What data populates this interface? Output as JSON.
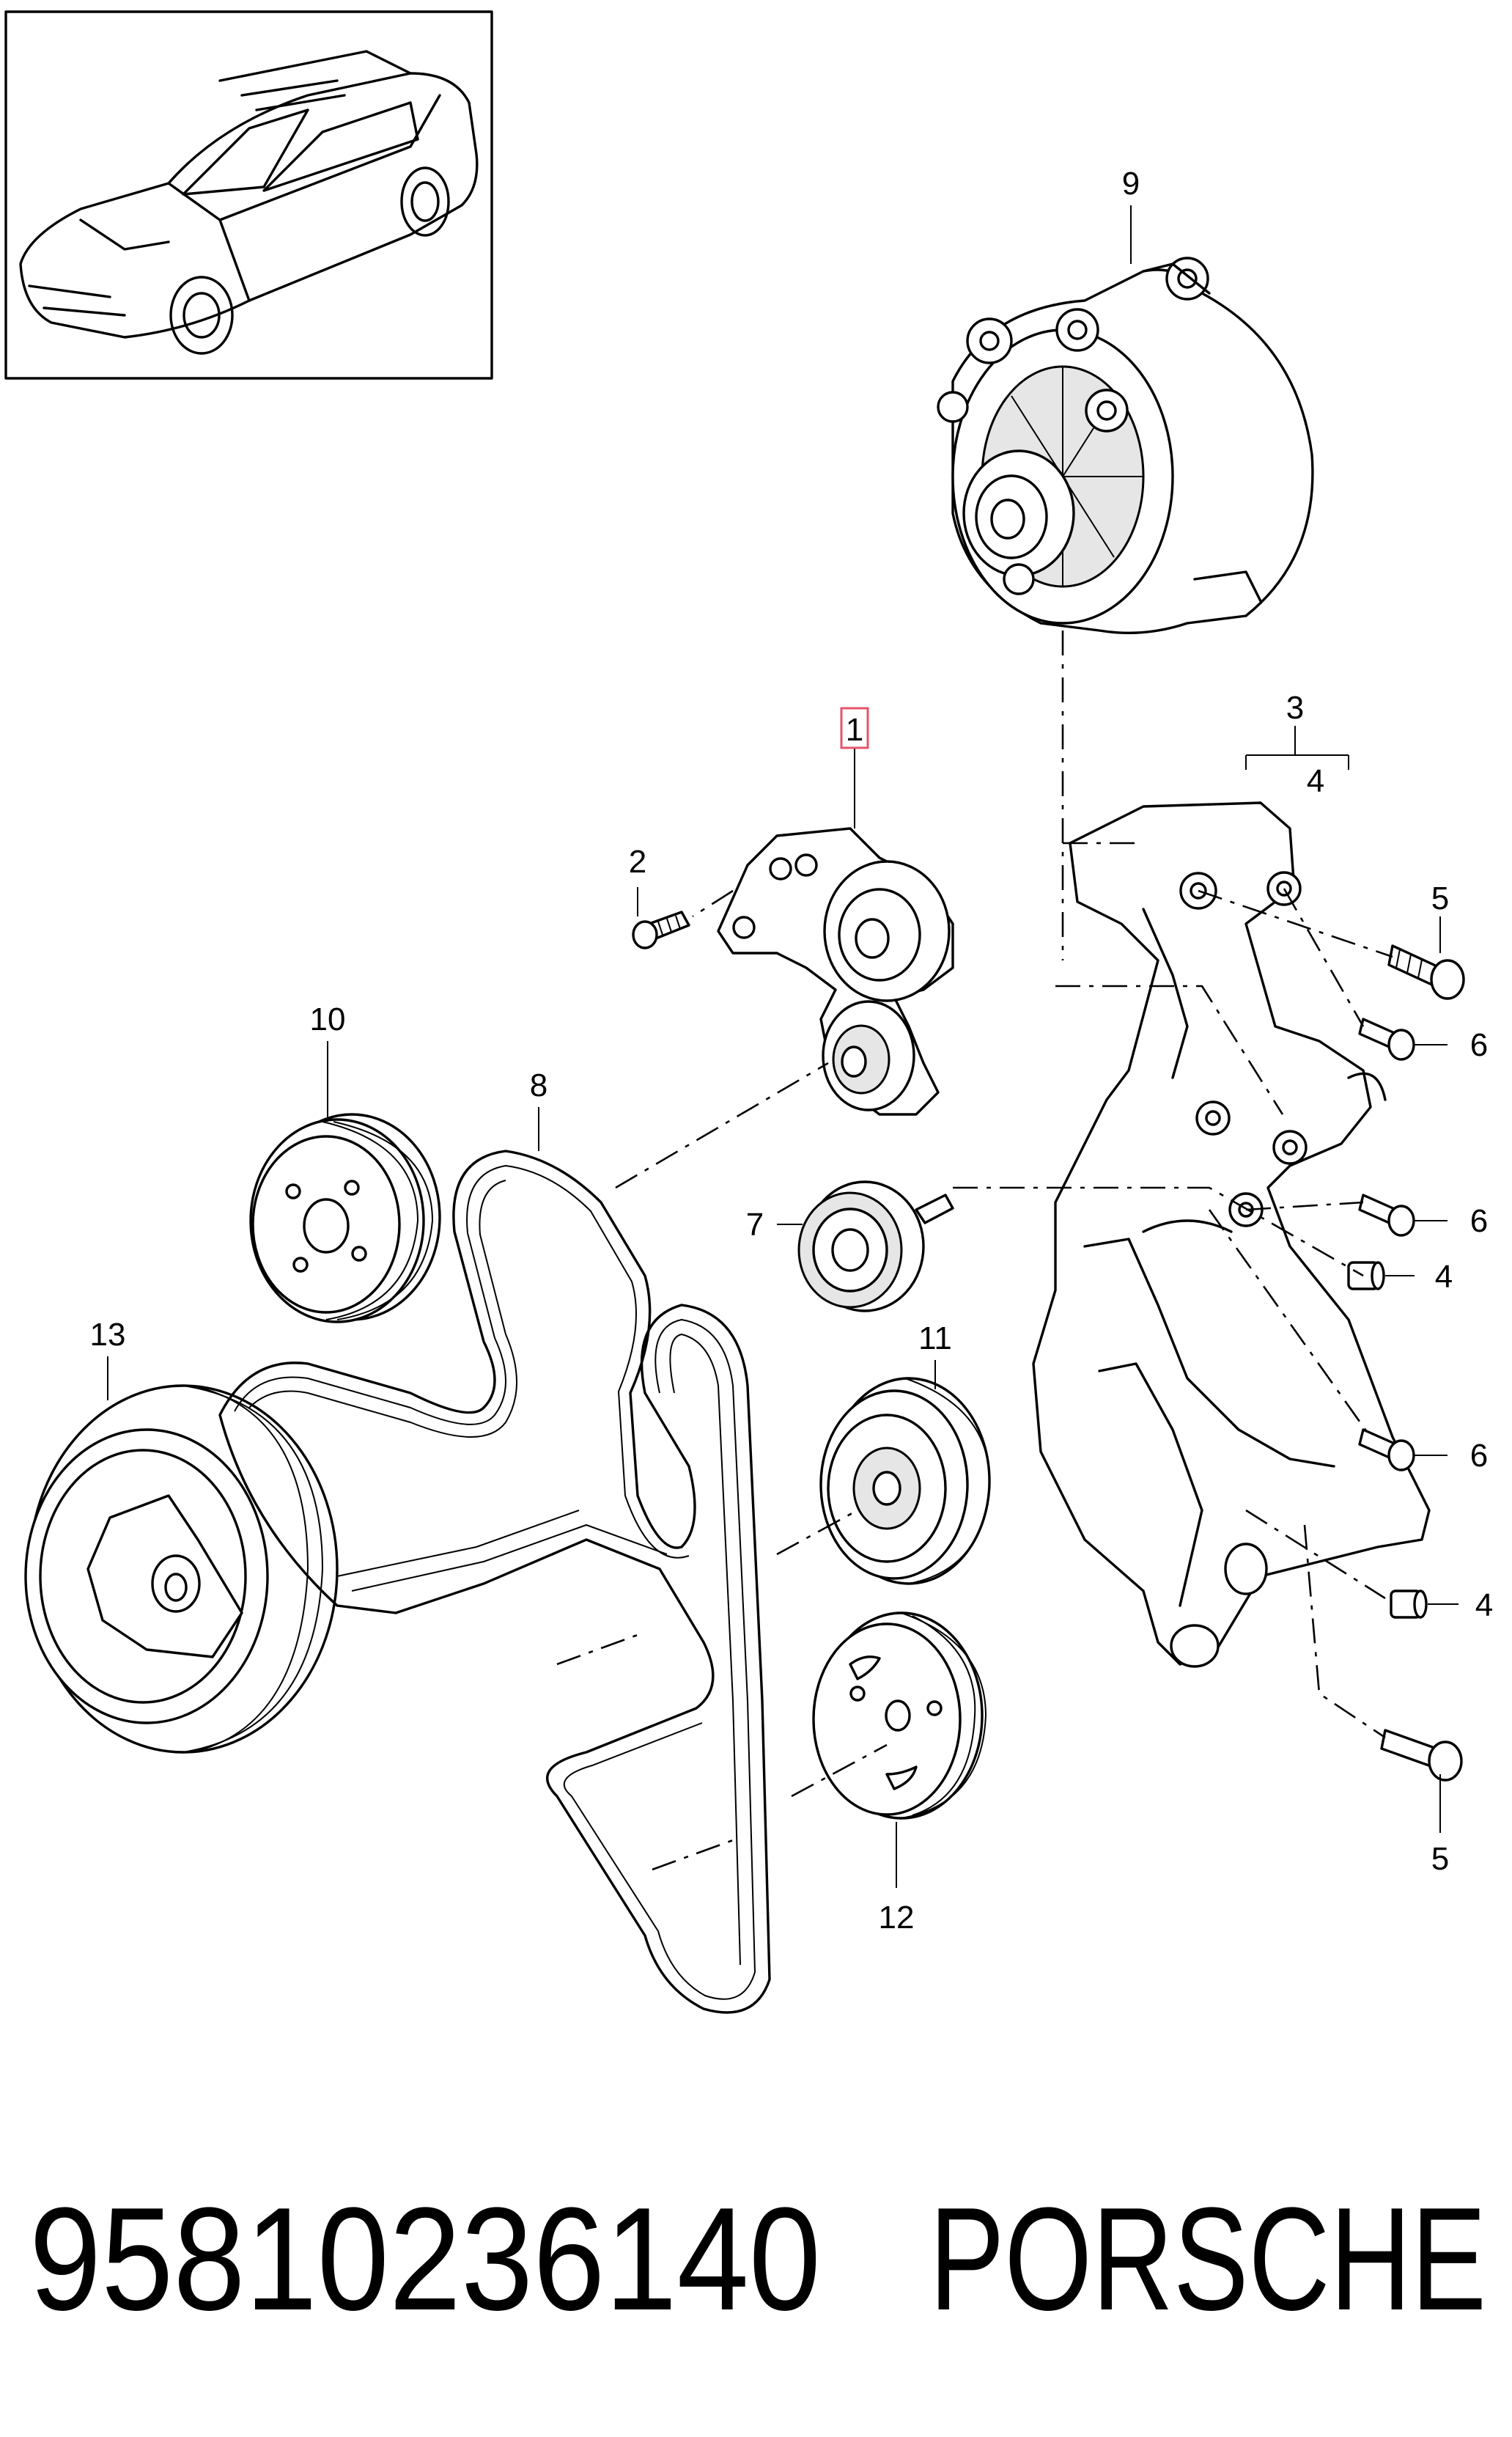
{
  "callouts": {
    "c1": "1",
    "c2": "2",
    "c3": "3",
    "c4_bracket": "4",
    "c5_top": "5",
    "c6_a": "6",
    "c6_b": "6",
    "c4_a": "4",
    "c6_c": "6",
    "c4_b": "4",
    "c5_bottom": "5",
    "c7": "7",
    "c8": "8",
    "c9": "9",
    "c10": "10",
    "c11": "11",
    "c12": "12",
    "c13": "13"
  },
  "footer": {
    "part_number": "95810236140",
    "brand": "PORSCHE"
  },
  "colors": {
    "line": "#000000",
    "background": "#ffffff",
    "highlight_box": "#e4546a"
  },
  "icons": {
    "vehicle": "suv-vehicle-illustration",
    "alternator": "alternator-icon",
    "tensioner": "belt-tensioner-icon"
  }
}
